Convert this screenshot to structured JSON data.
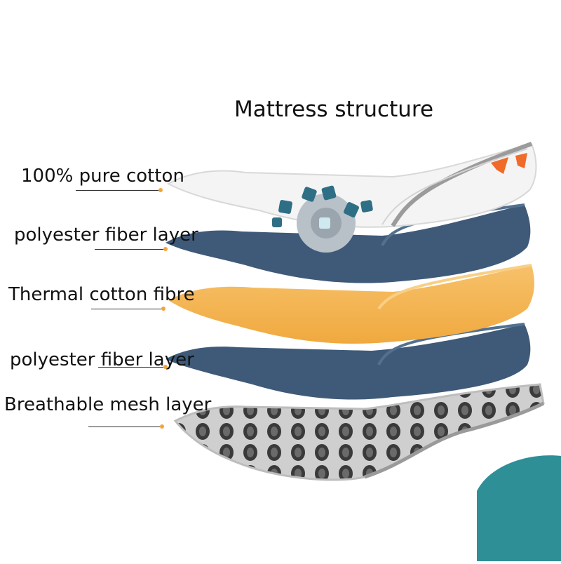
{
  "title": "Mattress structure",
  "layers": [
    {
      "label": "100% pure cotton",
      "color": "#f4f4f4"
    },
    {
      "label": "polyester fiber layer",
      "color": "#3f5a78"
    },
    {
      "label": "Thermal cotton fibre",
      "color": "#f2b24c"
    },
    {
      "label": "polyester fiber layer",
      "color": "#3f5a78"
    },
    {
      "label": "Breathable mesh layer",
      "color": "#4a4a4a"
    }
  ],
  "colors": {
    "accent": "#f3a43a",
    "teal": "#2e8f97"
  }
}
